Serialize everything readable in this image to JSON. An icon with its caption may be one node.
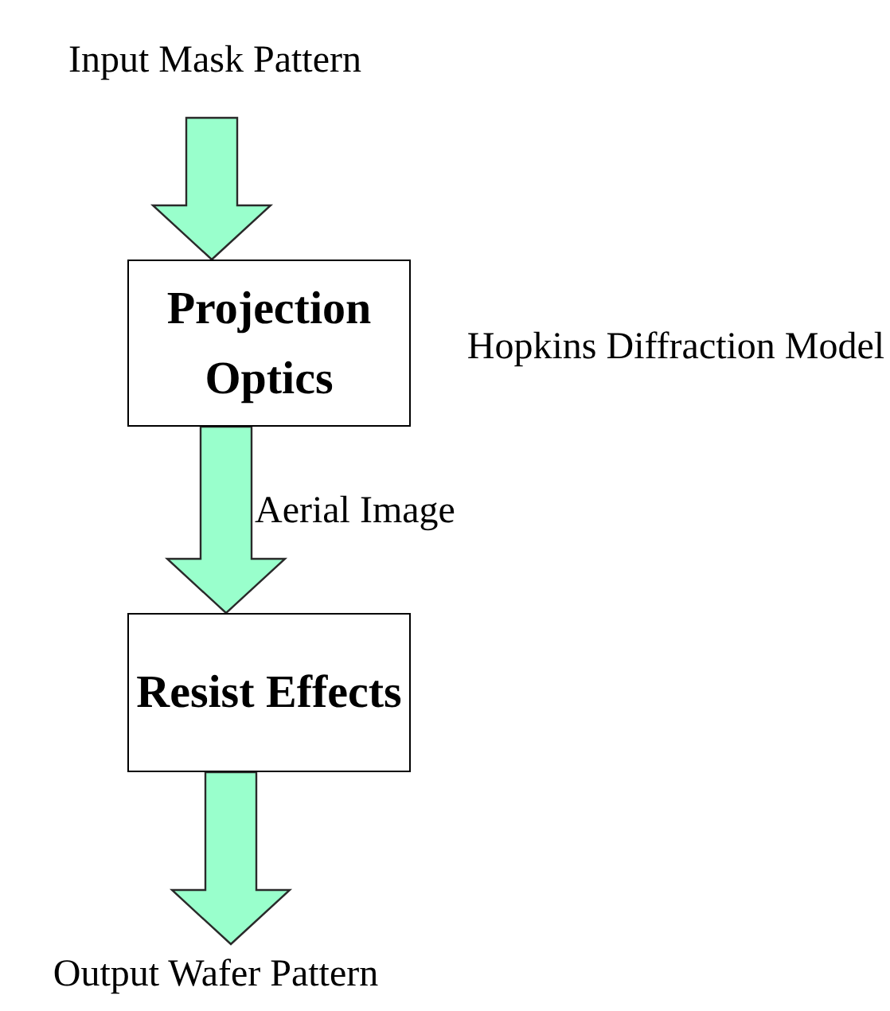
{
  "diagram": {
    "nodes": [
      {
        "text": [
          "Input Mask Pattern"
        ]
      },
      {
        "text": [
          "Projection Optics"
        ],
        "beside": [
          "Hopkins Diffraction Model"
        ]
      },
      {
        "text": [
          "Resist Effects"
        ]
      },
      {
        "text": [
          "Output Wafer Pattern"
        ]
      }
    ],
    "edges": [
      {
        "from": 0,
        "to": 1,
        "arrow": "to"
      },
      {
        "from": 1,
        "to": 2,
        "arrow": "to",
        "label": "Aerial Image"
      },
      {
        "from": 2,
        "to": 3,
        "arrow": "to"
      }
    ]
  }
}
